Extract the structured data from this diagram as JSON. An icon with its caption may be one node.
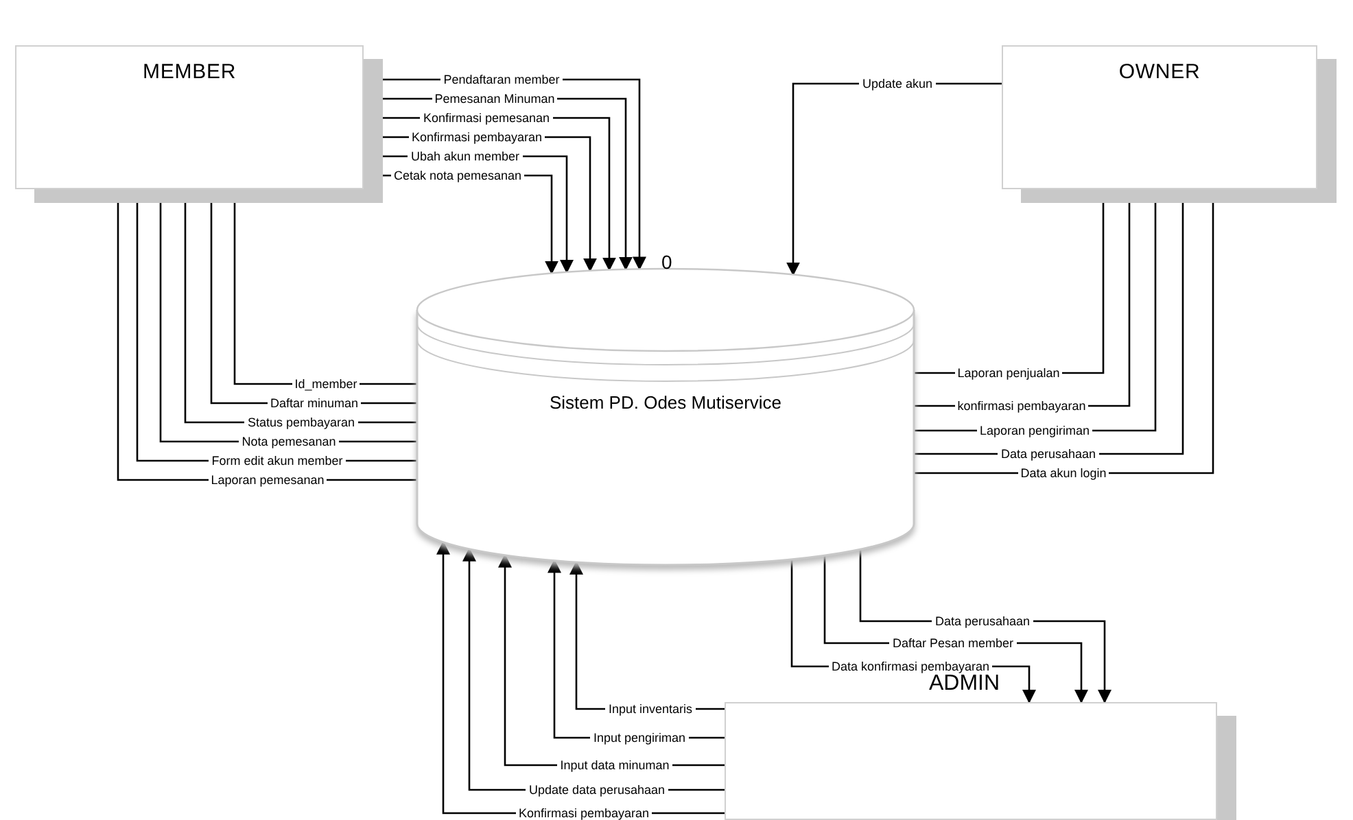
{
  "diagram": {
    "nodes": [
      {
        "text": [
          "MEMBER"
        ]
      },
      {
        "text": [
          "OWNER"
        ]
      },
      {
        "text": [
          "Sistem PD. Odes Mutiservice"
        ],
        "beside": [
          "0"
        ]
      },
      {
        "text": [
          "ADMIN"
        ]
      }
    ],
    "edges": [
      {
        "from": 0,
        "to": 2,
        "arrow": "to",
        "label": "Pendaftaran member"
      },
      {
        "from": 0,
        "to": 2,
        "arrow": "to",
        "label": "Pemesanan Minuman"
      },
      {
        "from": 0,
        "to": 2,
        "arrow": "to",
        "label": "Konfirmasi pemesanan"
      },
      {
        "from": 0,
        "to": 2,
        "arrow": "to",
        "label": "Konfirmasi pembayaran"
      },
      {
        "from": 0,
        "to": 2,
        "arrow": "to",
        "label": "Ubah akun member"
      },
      {
        "from": 0,
        "to": 2,
        "arrow": "to",
        "label": "Cetak nota pemesanan"
      },
      {
        "from": 2,
        "to": 0,
        "arrow": "to",
        "label": "Id_member"
      },
      {
        "from": 2,
        "to": 0,
        "arrow": "to",
        "label": "Daftar minuman"
      },
      {
        "from": 2,
        "to": 0,
        "arrow": "to",
        "label": "Status pembayaran"
      },
      {
        "from": 2,
        "to": 0,
        "arrow": "to",
        "label": "Nota pemesanan"
      },
      {
        "from": 2,
        "to": 0,
        "arrow": "to",
        "label": "Form edit akun member"
      },
      {
        "from": 2,
        "to": 0,
        "arrow": "to",
        "label": "Laporan pemesanan"
      },
      {
        "from": 1,
        "to": 2,
        "arrow": "to",
        "label": "Update akun"
      },
      {
        "from": 2,
        "to": 1,
        "arrow": "to",
        "label": "Laporan penjualan"
      },
      {
        "from": 2,
        "to": 1,
        "arrow": "to",
        "label": "konfirmasi pembayaran"
      },
      {
        "from": 2,
        "to": 1,
        "arrow": "to",
        "label": "Laporan pengiriman"
      },
      {
        "from": 2,
        "to": 1,
        "arrow": "to",
        "label": "Data perusahaan"
      },
      {
        "from": 2,
        "to": 1,
        "arrow": "to",
        "label": "Data akun login"
      },
      {
        "from": 2,
        "to": 3,
        "arrow": "to",
        "label": "Data konfirmasi pembayaran"
      },
      {
        "from": 2,
        "to": 3,
        "arrow": "to",
        "label": "Daftar Pesan member"
      },
      {
        "from": 2,
        "to": 3,
        "arrow": "to",
        "label": "Data perusahaan"
      },
      {
        "from": 3,
        "to": 2,
        "arrow": "to",
        "label": "Input inventaris"
      },
      {
        "from": 3,
        "to": 2,
        "arrow": "to",
        "label": "Input pengiriman"
      },
      {
        "from": 3,
        "to": 2,
        "arrow": "to",
        "label": "Input data minuman"
      },
      {
        "from": 3,
        "to": 2,
        "arrow": "to",
        "label": "Update data perusahaan"
      },
      {
        "from": 3,
        "to": 2,
        "arrow": "to",
        "label": "Konfirmasi pembayaran"
      }
    ]
  }
}
